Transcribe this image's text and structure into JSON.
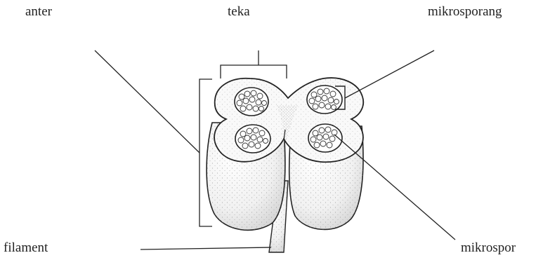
{
  "labels": {
    "anter": "anter",
    "teka": "teka",
    "mikrosporang": "mikrosporang",
    "filament": "filament",
    "mikrospor": "mikrospor"
  },
  "colors": {
    "ink": "#222222",
    "tissue": "#f7f7f7",
    "stipple": "#9a9a9a",
    "background": "#ffffff"
  }
}
